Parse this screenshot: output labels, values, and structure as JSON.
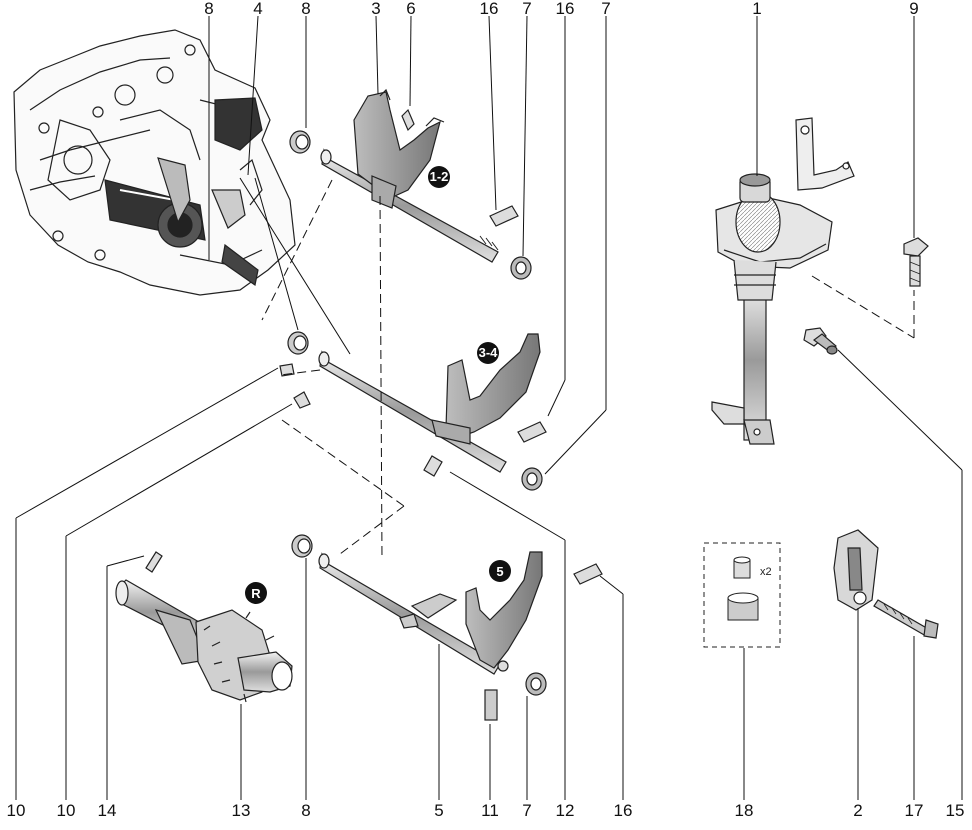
{
  "callouts": {
    "top": [
      "8",
      "4",
      "8",
      "3",
      "6",
      "16",
      "7",
      "16",
      "7",
      "1",
      "9"
    ],
    "bottom": [
      "10",
      "10",
      "14",
      "13",
      "8",
      "5",
      "11",
      "7",
      "12",
      "16",
      "18",
      "2",
      "17",
      "15"
    ]
  },
  "badges": {
    "gear_1_2": "1-2",
    "gear_3_4": "3-4",
    "gear_5": "5",
    "gear_r": "R"
  },
  "kit_qty": "x2"
}
